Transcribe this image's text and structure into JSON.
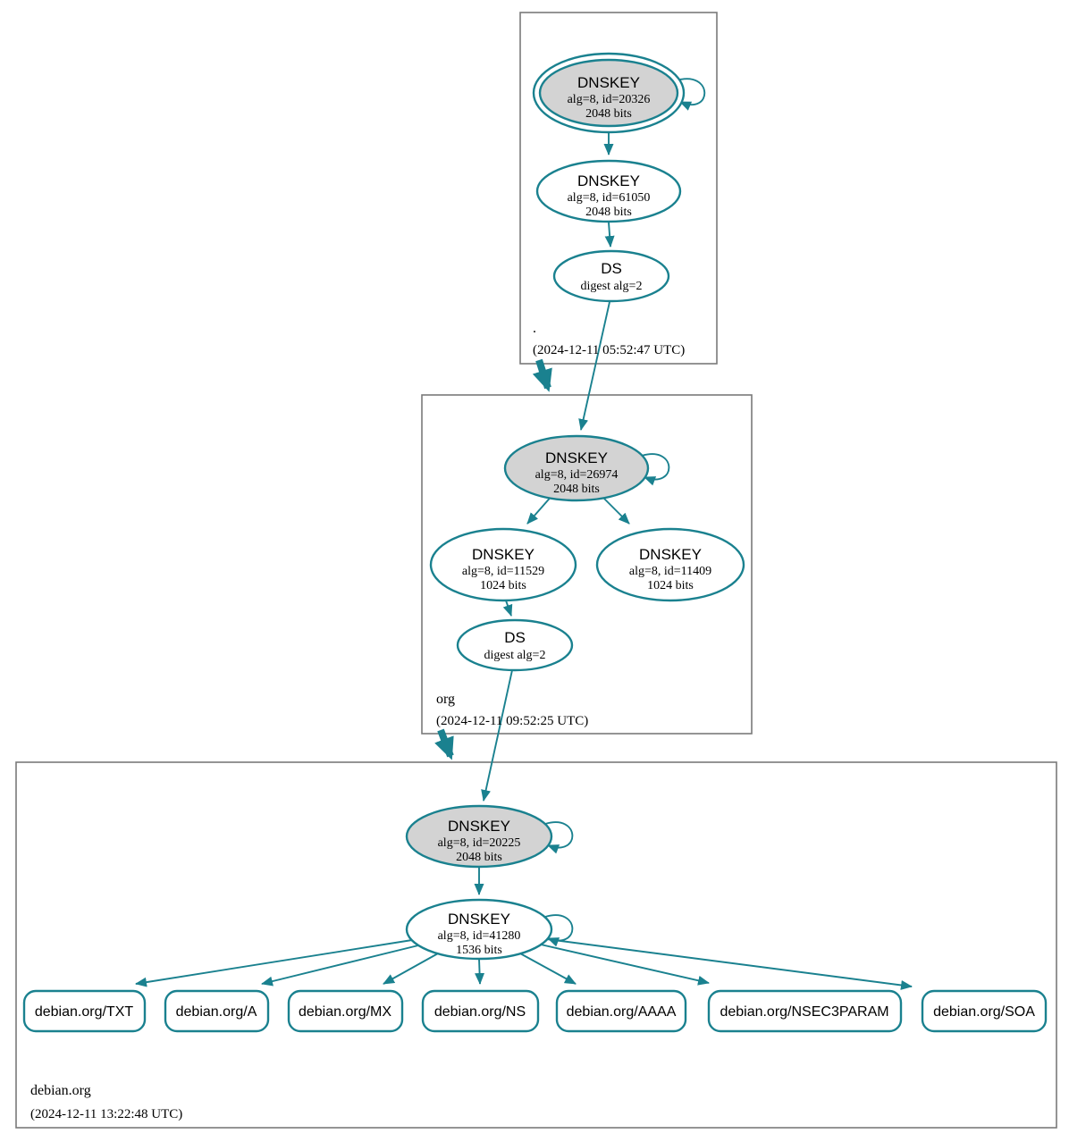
{
  "colors": {
    "accent": "#1a818f",
    "ksk_fill": "#d3d3d3",
    "node_fill": "#ffffff",
    "zone_border": "#7a7a7a",
    "text": "#000000"
  },
  "zones": [
    {
      "name": ".",
      "timestamp": "(2024-12-11 05:52:47 UTC)",
      "nodes": {
        "ksk": {
          "title": "DNSKEY",
          "alg": "alg=8, id=20326",
          "bits": "2048 bits"
        },
        "zsk": {
          "title": "DNSKEY",
          "alg": "alg=8, id=61050",
          "bits": "2048 bits"
        },
        "ds": {
          "title": "DS",
          "digest": "digest alg=2"
        }
      }
    },
    {
      "name": "org",
      "timestamp": "(2024-12-11 09:52:25 UTC)",
      "nodes": {
        "ksk": {
          "title": "DNSKEY",
          "alg": "alg=8, id=26974",
          "bits": "2048 bits"
        },
        "zsk1": {
          "title": "DNSKEY",
          "alg": "alg=8, id=11529",
          "bits": "1024 bits"
        },
        "zsk2": {
          "title": "DNSKEY",
          "alg": "alg=8, id=11409",
          "bits": "1024 bits"
        },
        "ds": {
          "title": "DS",
          "digest": "digest alg=2"
        }
      }
    },
    {
      "name": "debian.org",
      "timestamp": "(2024-12-11 13:22:48 UTC)",
      "nodes": {
        "ksk": {
          "title": "DNSKEY",
          "alg": "alg=8, id=20225",
          "bits": "2048 bits"
        },
        "zsk": {
          "title": "DNSKEY",
          "alg": "alg=8, id=41280",
          "bits": "1536 bits"
        }
      },
      "rrsets": [
        "debian.org/TXT",
        "debian.org/A",
        "debian.org/MX",
        "debian.org/NS",
        "debian.org/AAAA",
        "debian.org/NSEC3PARAM",
        "debian.org/SOA"
      ]
    }
  ]
}
